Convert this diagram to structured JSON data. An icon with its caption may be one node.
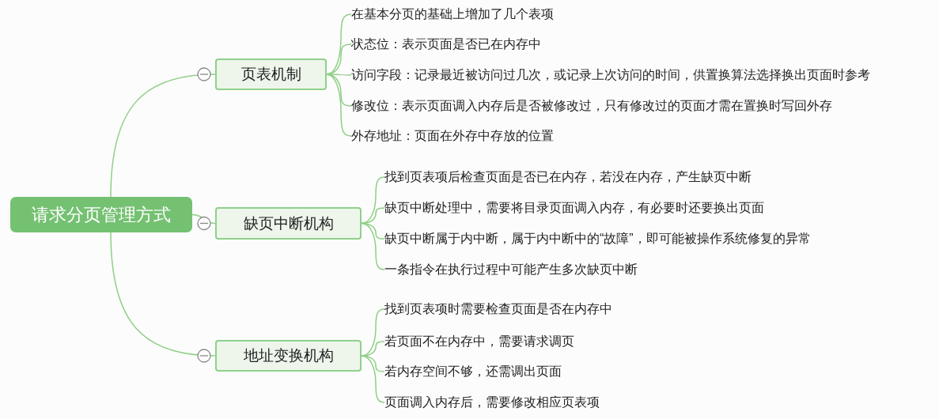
{
  "diagram": {
    "nodes": [
      {
        "text": [
          "请求分页管理方式"
        ]
      },
      {
        "text": [
          "页表机制"
        ]
      },
      {
        "text": [
          "在基本分页的基础上增加了几个表项"
        ]
      },
      {
        "text": [
          "状态位：表示页面是否已在内存中"
        ]
      },
      {
        "text": [
          "访问字段：记录最近被访问过几次，或记录上次访问的时间，供置换算法选择换出页面时参考"
        ]
      },
      {
        "text": [
          "修改位：表示页面调入内存后是否被修改过，只有修改过的页面才需在置换时写回外存"
        ]
      },
      {
        "text": [
          "外存地址：页面在外存中存放的位置"
        ]
      },
      {
        "text": [
          "缺页中断机构"
        ]
      },
      {
        "text": [
          "找到页表项后检查页面是否已在内存，若没在内存，产生缺页中断"
        ]
      },
      {
        "text": [
          "缺页中断处理中，需要将目录页面调入内存，有必要时还要换出页面"
        ]
      },
      {
        "text": [
          "缺页中断属于内中断，属于内中断中的“故障”，即可能被操作系统修复的异常"
        ]
      },
      {
        "text": [
          "一条指令在执行过程中可能产生多次缺页中断"
        ]
      },
      {
        "text": [
          "地址变换机构"
        ]
      },
      {
        "text": [
          "找到页表项时需要检查页面是否在内存中"
        ]
      },
      {
        "text": [
          "若页面不在内存中，需要请求调页"
        ]
      },
      {
        "text": [
          "若内存空间不够，还需调出页面"
        ]
      },
      {
        "text": [
          "页面调入内存后，需要修改相应页表项"
        ]
      }
    ],
    "edges": [
      {
        "from": 0,
        "to": 1,
        "arrow": "none"
      },
      {
        "from": 0,
        "to": 7,
        "arrow": "none"
      },
      {
        "from": 0,
        "to": 12,
        "arrow": "none"
      },
      {
        "from": 1,
        "to": 2,
        "arrow": "none"
      },
      {
        "from": 1,
        "to": 3,
        "arrow": "none"
      },
      {
        "from": 1,
        "to": 4,
        "arrow": "none"
      },
      {
        "from": 1,
        "to": 5,
        "arrow": "none"
      },
      {
        "from": 1,
        "to": 6,
        "arrow": "none"
      },
      {
        "from": 7,
        "to": 8,
        "arrow": "none"
      },
      {
        "from": 7,
        "to": 9,
        "arrow": "none"
      },
      {
        "from": 7,
        "to": 10,
        "arrow": "none"
      },
      {
        "from": 7,
        "to": 11,
        "arrow": "none"
      },
      {
        "from": 12,
        "to": 13,
        "arrow": "none"
      },
      {
        "from": 12,
        "to": 14,
        "arrow": "none"
      },
      {
        "from": 12,
        "to": 15,
        "arrow": "none"
      },
      {
        "from": 12,
        "to": 16,
        "arrow": "none"
      }
    ]
  }
}
